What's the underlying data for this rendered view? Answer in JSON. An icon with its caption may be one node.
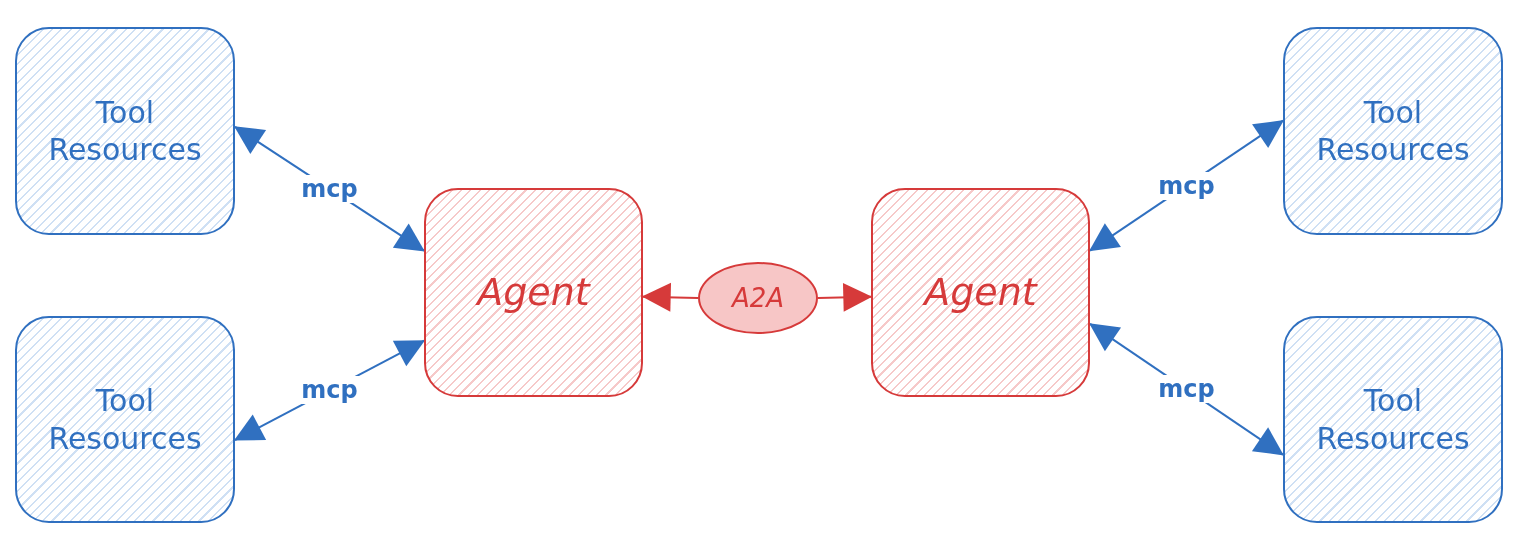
{
  "diagram": {
    "nodes": [
      {
        "text": [
          "Tool Resources"
        ]
      },
      {
        "text": [
          "Tool Resources"
        ]
      },
      {
        "text": [
          "Agent"
        ]
      },
      {
        "text": [
          "A2A"
        ]
      },
      {
        "text": [
          "Agent"
        ]
      },
      {
        "text": [
          "Tool Resources"
        ]
      },
      {
        "text": [
          "Tool Resources"
        ]
      }
    ],
    "edges": [
      {
        "from": 0,
        "to": 2,
        "arrow": "both",
        "label": "mcp"
      },
      {
        "from": 1,
        "to": 2,
        "arrow": "both",
        "label": "mcp"
      },
      {
        "from": 4,
        "to": 5,
        "arrow": "both",
        "label": "mcp"
      },
      {
        "from": 4,
        "to": 6,
        "arrow": "both",
        "label": "mcp"
      },
      {
        "from": 3,
        "to": 2,
        "arrow": "to",
        "color": "#d63a3a"
      },
      {
        "from": 3,
        "to": 4,
        "arrow": "to",
        "color": "#d63a3a"
      }
    ]
  }
}
